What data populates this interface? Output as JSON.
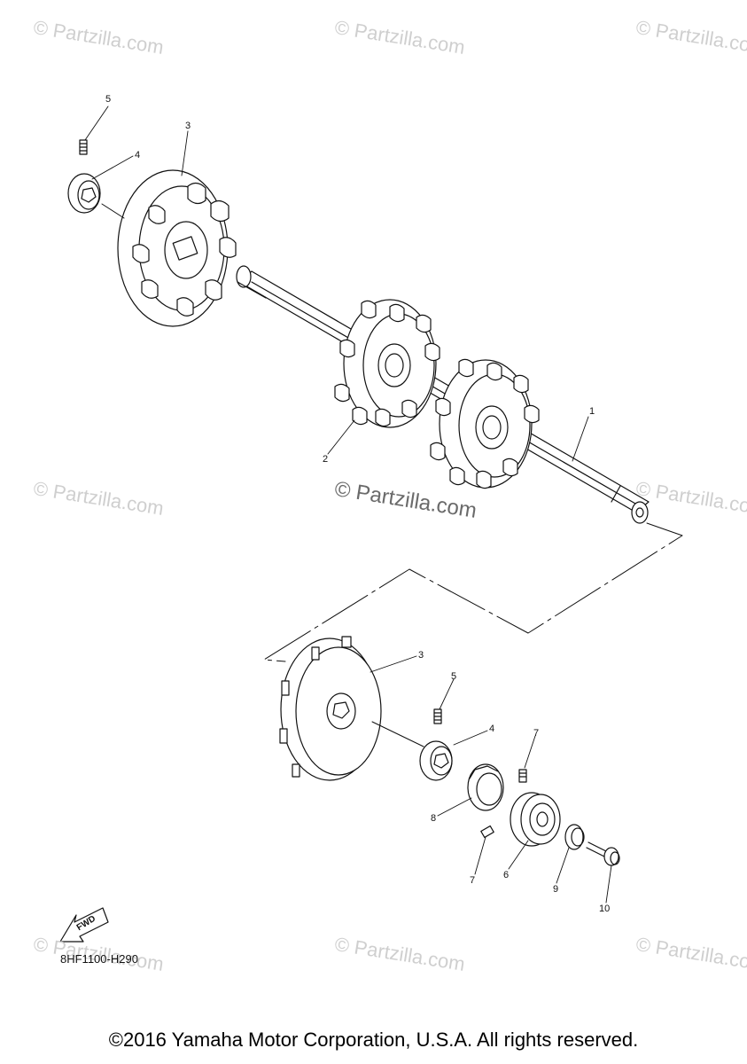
{
  "watermarks": {
    "corner_text": "© Partzilla.com",
    "center_text": "© Partzilla.com"
  },
  "callouts": [
    "1",
    "2",
    "3",
    "4",
    "5",
    "3",
    "4",
    "5",
    "6",
    "7",
    "7",
    "8",
    "9",
    "10"
  ],
  "part_code": "8HF1100-H290",
  "fwd_label": "FWD",
  "copyright": "©2016 Yamaha Motor Corporation, U.S.A. All rights reserved.",
  "colors": {
    "line": "#111111",
    "watermark": "#cfcfcf",
    "background": "#ffffff"
  },
  "icons": [
    "fwd-arrow-icon"
  ]
}
